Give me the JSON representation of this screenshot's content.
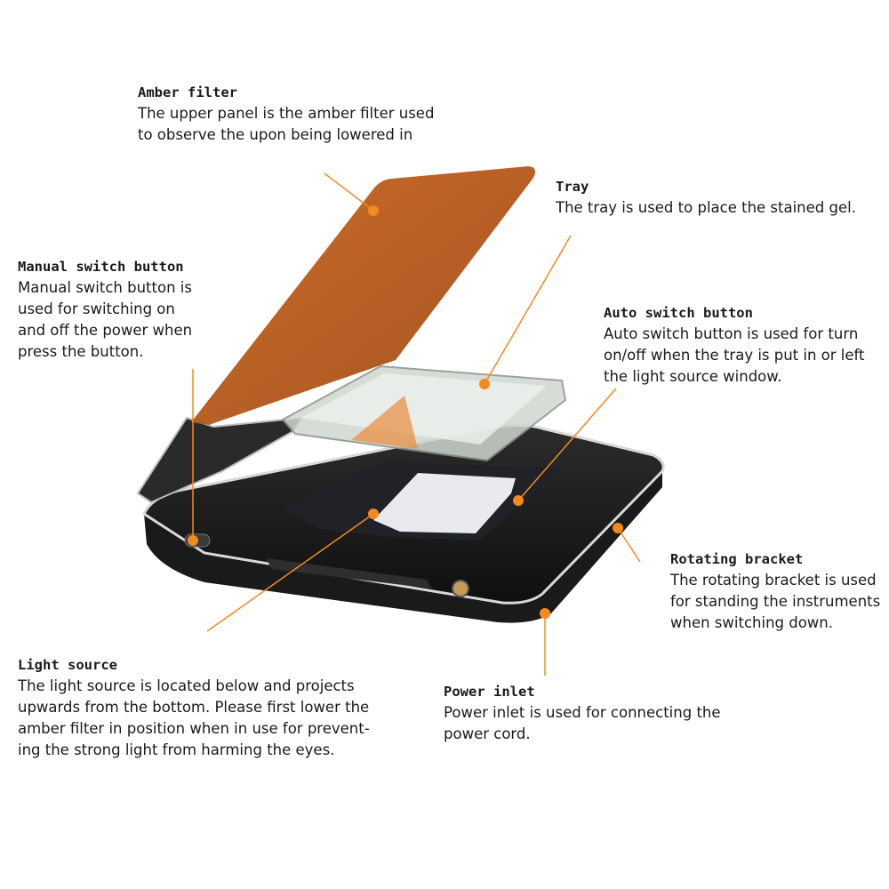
{
  "accent_color": "#f28a1e",
  "labels": {
    "amber_filter": {
      "title": "Amber filter",
      "lines": [
        "The upper panel is the amber filter used",
        "to observe the upon being lowered in"
      ]
    },
    "tray": {
      "title": "Tray",
      "lines": [
        "The tray is used to place the stained gel."
      ]
    },
    "manual_switch": {
      "title": "Manual switch button",
      "lines": [
        "Manual switch button is",
        "used for switching on",
        "and off the power when",
        "press the button."
      ]
    },
    "auto_switch": {
      "title": "Auto switch button",
      "lines": [
        "Auto switch button is used for turn",
        "on/off when the tray is put in or left",
        "the light source window."
      ]
    },
    "rotating_bracket": {
      "title": "Rotating bracket",
      "lines": [
        "The rotating bracket is used",
        "for standing the instruments",
        "when switching down."
      ]
    },
    "power_inlet": {
      "title": "Power inlet",
      "lines": [
        "Power inlet is used for connecting the",
        "power cord."
      ]
    },
    "light_source": {
      "title": "Light source",
      "lines": [
        "The light source is located below and projects",
        "upwards from the bottom. Please first lower the",
        "amber filter in position when in use for prevent-",
        "ing the strong light from harming the eyes."
      ]
    }
  }
}
